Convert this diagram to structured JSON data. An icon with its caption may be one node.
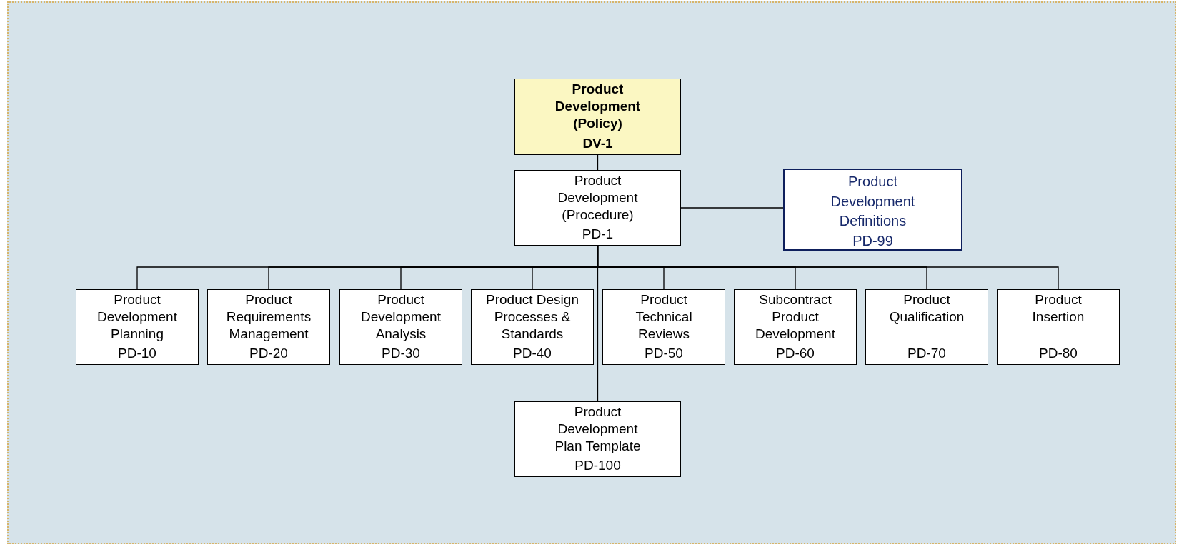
{
  "diagram": {
    "nodes": [
      {
        "text": [
          "Product Development (Policy)",
          "DV-1"
        ]
      },
      {
        "text": [
          "Product Development (Procedure)",
          "PD-1"
        ]
      },
      {
        "text": [
          "Product Development Definitions",
          "PD-99"
        ]
      },
      {
        "text": [
          "Product Development Planning",
          "PD-10"
        ]
      },
      {
        "text": [
          "Product Requirements Management",
          "PD-20"
        ]
      },
      {
        "text": [
          "Product Development Analysis",
          "PD-30"
        ]
      },
      {
        "text": [
          "Product Design Processes & Standards",
          "PD-40"
        ]
      },
      {
        "text": [
          "Product Technical Reviews",
          "PD-50"
        ]
      },
      {
        "text": [
          "Subcontract Product Development",
          "PD-60"
        ]
      },
      {
        "text": [
          "Product Qualification",
          "PD-70"
        ]
      },
      {
        "text": [
          "Product Insertion",
          "PD-80"
        ]
      },
      {
        "text": [
          "Product Development Plan Template",
          "PD-100"
        ]
      }
    ],
    "edges": [
      {
        "from": 0,
        "to": 1,
        "arrow": "none"
      },
      {
        "from": 1,
        "to": 2,
        "arrow": "none"
      },
      {
        "from": 1,
        "to": 3,
        "arrow": "none"
      },
      {
        "from": 1,
        "to": 4,
        "arrow": "none"
      },
      {
        "from": 1,
        "to": 5,
        "arrow": "none"
      },
      {
        "from": 1,
        "to": 6,
        "arrow": "none"
      },
      {
        "from": 1,
        "to": 7,
        "arrow": "none"
      },
      {
        "from": 1,
        "to": 8,
        "arrow": "none"
      },
      {
        "from": 1,
        "to": 9,
        "arrow": "none"
      },
      {
        "from": 1,
        "to": 10,
        "arrow": "none"
      },
      {
        "from": 1,
        "to": 11,
        "arrow": "none"
      }
    ]
  }
}
